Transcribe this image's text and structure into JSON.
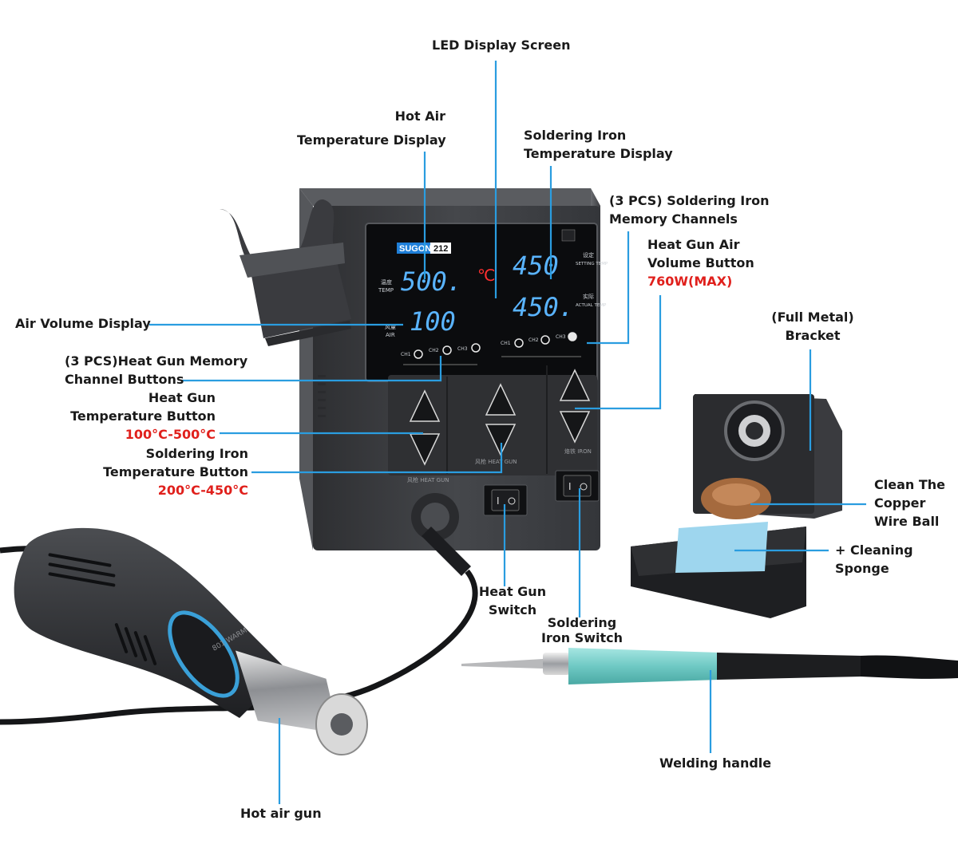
{
  "brand": {
    "name": "SUGON",
    "model": "212"
  },
  "display": {
    "hot_air_temp": "500.",
    "unit": "℃",
    "air_volume": "100",
    "iron_setting_temp": "450",
    "iron_actual_temp": "450.",
    "temp_cn": "温度",
    "temp_en": "TEMP",
    "air_cn": "风量",
    "air_en": "AIR",
    "setting_cn": "设定",
    "setting_en": "SETTING TEMP",
    "actual_cn": "实际",
    "actual_en": "ACTUAL TEMP",
    "channels": [
      "CH1",
      "CH2",
      "CH3"
    ]
  },
  "panel": {
    "heat_gun_label": "风枪 HEAT GUN",
    "iron_label": "烙铁 IRON"
  },
  "handle_text": "801 WARM",
  "labels": {
    "led_display": "LED Display Screen",
    "hot_air_temp_line1": "Hot Air",
    "hot_air_temp_line2": "Temperature Display",
    "iron_temp_line1": "Soldering Iron",
    "iron_temp_line2": "Temperature Display",
    "iron_memory_line1": "(3 PCS) Soldering Iron",
    "iron_memory_line2": "Memory Channels",
    "air_volume_btn_line1": "Heat Gun Air",
    "air_volume_btn_line2": "Volume Button",
    "air_volume_btn_spec": "760W(MAX)",
    "air_volume_display": "Air Volume Display",
    "gun_memory_line1": "(3 PCS)Heat Gun Memory",
    "gun_memory_line2": "Channel Buttons",
    "gun_temp_btn_line1": "Heat Gun",
    "gun_temp_btn_line2": "Temperature Button",
    "gun_temp_btn_spec": "100°C-500°C",
    "iron_temp_btn_line1": "Soldering Iron",
    "iron_temp_btn_line2": "Temperature Button",
    "iron_temp_btn_spec": "200°C-450°C",
    "bracket_line1": "(Full Metal)",
    "bracket_line2": "Bracket",
    "copper_line1": "Clean The",
    "copper_line2": "Copper",
    "copper_line3": "Wire Ball",
    "sponge_line1": "+ Cleaning",
    "sponge_line2": "Sponge",
    "gun_switch_line1": "Heat Gun",
    "gun_switch_line2": "Switch",
    "iron_switch_line1": "Soldering",
    "iron_switch_line2": "Iron Switch",
    "welding_handle": "Welding handle",
    "hot_air_gun": "Hot air gun"
  },
  "colors": {
    "callout_line": "#2a9de0",
    "spec_red": "#e0201c",
    "station_body": "#3c3d40",
    "led_blue": "#5ab4ff",
    "handle_teal": "#7fd3cf"
  }
}
